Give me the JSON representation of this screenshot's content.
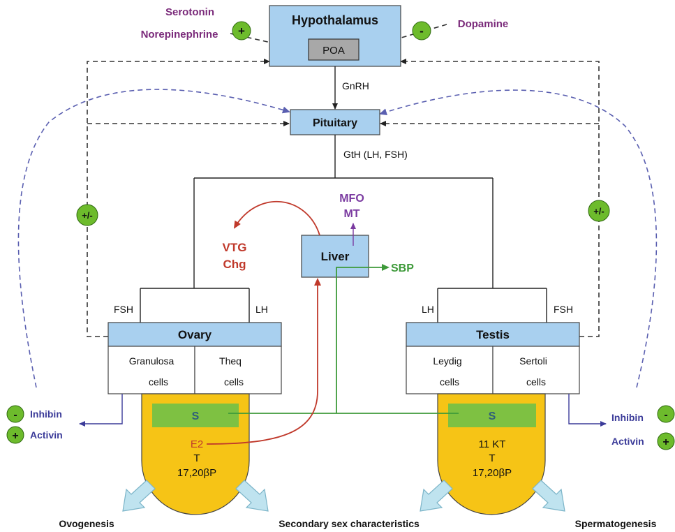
{
  "labels": {
    "hypothalamus": "Hypothalamus",
    "poa": "POA",
    "pituitary": "Pituitary",
    "gnrh": "GnRH",
    "gth": "GtH (LH, FSH)",
    "serotonin": "Serotonin",
    "norepinephrine": "Norepinephrine",
    "dopamine": "Dopamine",
    "liver": "Liver",
    "mfo": "MFO",
    "mt": "MT",
    "vtg": "VTG",
    "chg": "Chg",
    "sbp": "SBP",
    "ovary": "Ovary",
    "testis": "Testis",
    "fsh_left": "FSH",
    "lh_left": "LH",
    "lh_right": "LH",
    "fsh_right": "FSH",
    "granulosa_1": "Granulosa",
    "granulosa_2": "cells",
    "theq_1": "Theq",
    "theq_2": "cells",
    "leydig_1": "Leydig",
    "leydig_2": "cells",
    "sertoli_1": "Sertoli",
    "sertoli_2": "cells",
    "s_left": "S",
    "s_right": "S",
    "e2": "E2",
    "t_left": "T",
    "p_left": "17,20βP",
    "kt11": "11 KT",
    "t_right": "T",
    "p_right": "17,20βP",
    "inhibin_left": "Inhibin",
    "activin_left": "Activin",
    "inhibin_right": "Inhibin",
    "activin_right": "Activin",
    "ovogenesis": "Ovogenesis",
    "secondary": "Secondary sex characteristics",
    "spermatogenesis": "Spermatogenesis"
  },
  "symbols": {
    "plus": "+",
    "minus": "-",
    "plus_minus": "+/-"
  },
  "colors": {
    "box_blue": "#a9d0ef",
    "gland_yellow": "#f6c416",
    "s_green": "#7ec142",
    "badge_green": "#6dbb2c",
    "purple_text": "#7a2a7a",
    "blue_text": "#3b3b99",
    "red": "#c0392b",
    "green_line": "#3e9a3a",
    "dash_blue": "#5a5fb0"
  }
}
